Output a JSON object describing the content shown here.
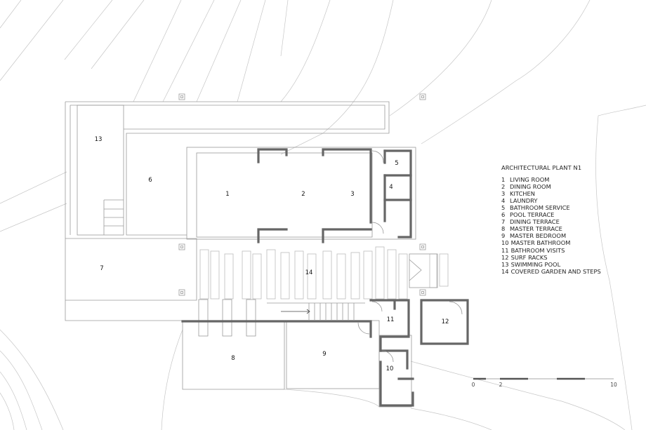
{
  "legend": {
    "title": "ARCHITECTURAL PLANT N1",
    "items": [
      {
        "num": "1",
        "label": "LIVING ROOM"
      },
      {
        "num": "2",
        "label": "DINING ROOM"
      },
      {
        "num": "3",
        "label": "KITCHEN"
      },
      {
        "num": "4",
        "label": "LAUNDRY"
      },
      {
        "num": "5",
        "label": "BATHROOM SERVICE"
      },
      {
        "num": "6",
        "label": "POOL TERRACE"
      },
      {
        "num": "7",
        "label": "DINING TERRACE"
      },
      {
        "num": "8",
        "label": "MASTER TERRACE"
      },
      {
        "num": "9",
        "label": "MASTER BEDROOM"
      },
      {
        "num": "10",
        "label": "MASTER BATHROOM"
      },
      {
        "num": "11",
        "label": "BATHROOM VISITS"
      },
      {
        "num": "12",
        "label": "SURF RACKS"
      },
      {
        "num": "13",
        "label": "SWIMMING POOL"
      },
      {
        "num": "14",
        "label": "COVERED GARDEN AND STEPS"
      }
    ]
  },
  "room_labels": {
    "r1": "1",
    "r2": "2",
    "r3": "3",
    "r4": "4",
    "r5": "5",
    "r6": "6",
    "r7": "7",
    "r8": "8",
    "r9": "9",
    "r10": "10",
    "r11": "11",
    "r12": "12",
    "r13": "13",
    "r14": "14"
  },
  "scale": {
    "start": "0",
    "mid": "2",
    "end": "10"
  },
  "colors": {
    "wall": "#666666",
    "line": "#9a9a9a",
    "contour": "#c4c4c4"
  }
}
